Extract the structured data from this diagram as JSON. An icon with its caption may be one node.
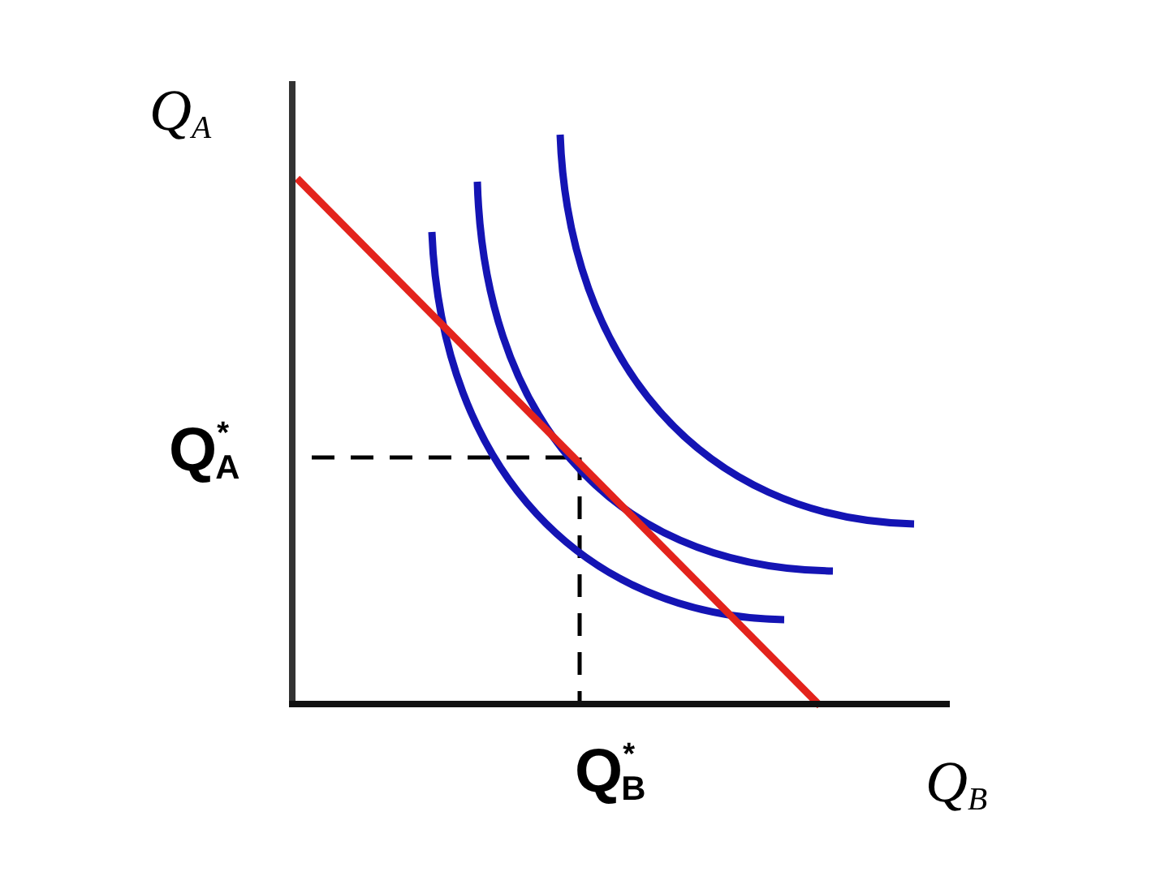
{
  "diagram": {
    "labels": [
      "Q$_{A}$",
      "Q$^{*}$$_{A}$",
      "Q$^{*}$$_{B}$",
      "Q$_{B}$"
    ]
  }
}
